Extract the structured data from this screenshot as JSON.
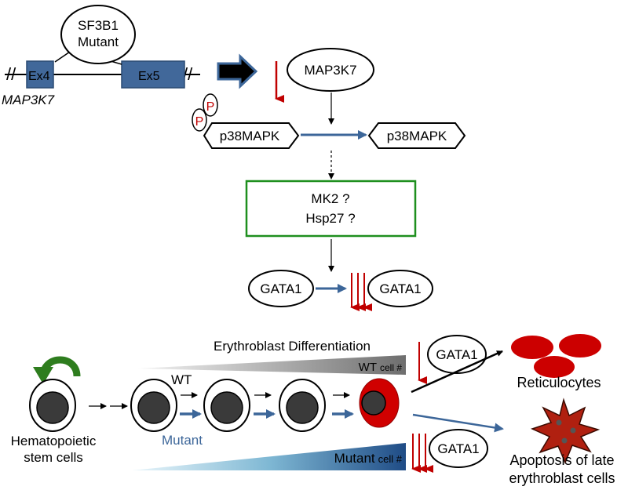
{
  "gene_structure": {
    "exon_left": "Ex4",
    "exon_right": "Ex5",
    "gene_name": "MAP3K7",
    "splice_factor_line1": "SF3B1",
    "splice_factor_line2": "Mutant",
    "break_mark": "//"
  },
  "pathway": {
    "map3k7": "MAP3K7",
    "phospho_mark": "P",
    "p38_left": "p38MAPK",
    "p38_right": "p38MAPK",
    "candidate_line1": "MK2 ?",
    "candidate_line2": "Hsp27 ?",
    "gata1_left": "GATA1",
    "gata1_right": "GATA1"
  },
  "differentiation": {
    "title": "Erythroblast Differentiation",
    "wt_cell_count_prefix": "WT",
    "wt_cell_count_suffix": "cell #",
    "mutant_cell_count_prefix": "Mutant",
    "mutant_cell_count_suffix": "cell #",
    "wt_label": "WT",
    "mutant_label": "Mutant",
    "hsc_line1": "Hematopoietic",
    "hsc_line2": "stem cells",
    "gata1_upper": "GATA1",
    "gata1_lower": "GATA1",
    "reticulocytes": "Reticulocytes",
    "apoptosis_line1": "Apoptosis of late",
    "apoptosis_line2": "erythroblast cells"
  },
  "colors": {
    "exon_blue": "#41689a",
    "arrow_blue": "#3c6699",
    "down_red": "#c00000",
    "box_green": "#1e8f1e",
    "cell_red": "#d00000",
    "cell_gray": "#3a3a3a",
    "star_red": "#b02010",
    "recycle_green": "#2e7d1e"
  }
}
